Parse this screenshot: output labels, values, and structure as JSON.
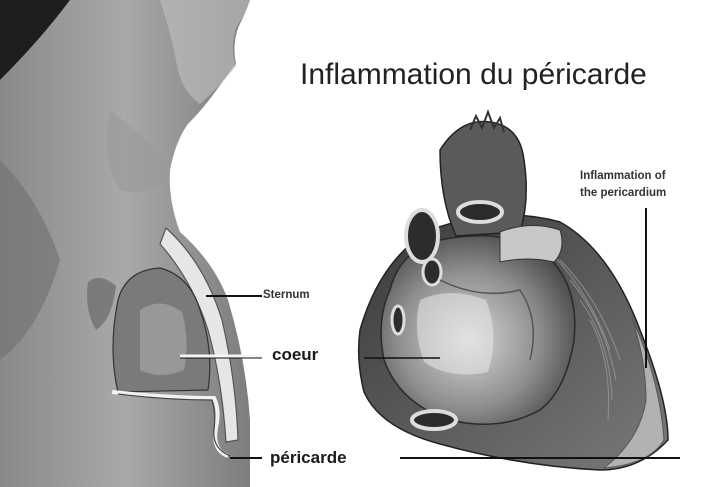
{
  "title": "Inflammation du péricarde",
  "labels": {
    "sternum": "Sternum",
    "coeur": "coeur",
    "pericarde": "péricarde",
    "inflammation_line1": "Inflammation of",
    "inflammation_line2": "the pericardium"
  }
}
